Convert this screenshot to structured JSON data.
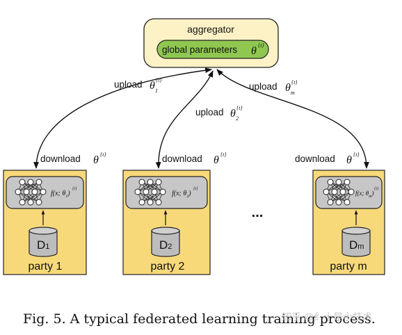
{
  "aggregator": {
    "title": "aggregator",
    "params_label": "global parameters",
    "params_symbol": "θ",
    "params_sup": "{t}"
  },
  "upload_label": "upload",
  "download_label": "download",
  "theta": "θ",
  "sup_t": "{t}",
  "ellipsis": "...",
  "parties": [
    {
      "name": "party 1",
      "db_main": "D",
      "db_sub": "1",
      "fx": "f(x; θ",
      "fx_sub": "1",
      "fx_sup": "{t}",
      "fx_end": ")",
      "up_sub": "1",
      "up_sup": "{t}"
    },
    {
      "name": "party 2",
      "db_main": "D",
      "db_sub": "2",
      "fx": "f(x; θ",
      "fx_sub": "2",
      "fx_sup": "{t}",
      "fx_end": ")",
      "up_sub": "2",
      "up_sup": "{t}"
    },
    {
      "name": "party m",
      "db_main": "D",
      "db_sub": "m",
      "fx": "f(x; θ",
      "fx_sub": "m",
      "fx_sup": "{t}",
      "fx_end": ")",
      "up_sub": "m",
      "up_sup": "{t}"
    }
  ],
  "caption": "Fig. 5.  A typical federated learning training process.",
  "watermark": "知乎 @纟十是小技术",
  "colors": {
    "aggregator_fill": "#fdf2c6",
    "params_fill": "#8fc751",
    "party_fill": "#f8d97a",
    "model_fill": "#c7c7c7",
    "db_fill": "#bdbdbd"
  }
}
